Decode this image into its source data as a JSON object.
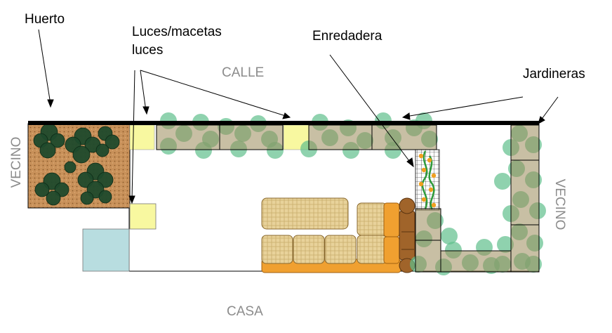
{
  "labels": {
    "huerto": "Huerto",
    "luces_macetas": "Luces/macetas",
    "luces": "luces",
    "enredadera": "Enredadera",
    "jardineras": "Jardineras",
    "calle": "CALLE",
    "casa": "CASA",
    "vecino_left": "VECINO",
    "vecino_right": "VECINO"
  },
  "colors": {
    "soil": "#c8915a",
    "planter_fill": "#9a8a5a",
    "foliage_light": "#5fbf8c",
    "foliage_dark": "#1f4a2c",
    "wall": "#000000",
    "light_yellow": "#f8f8a0",
    "pool_blue": "#b8dde0",
    "cushion_tan": "#e8d29a",
    "cushion_orange": "#f0a030",
    "wood_brown": "#a0642a",
    "vine_green": "#2e9a3a",
    "flower_orange": "#f0a020",
    "label_grey": "#8c8c8c"
  }
}
